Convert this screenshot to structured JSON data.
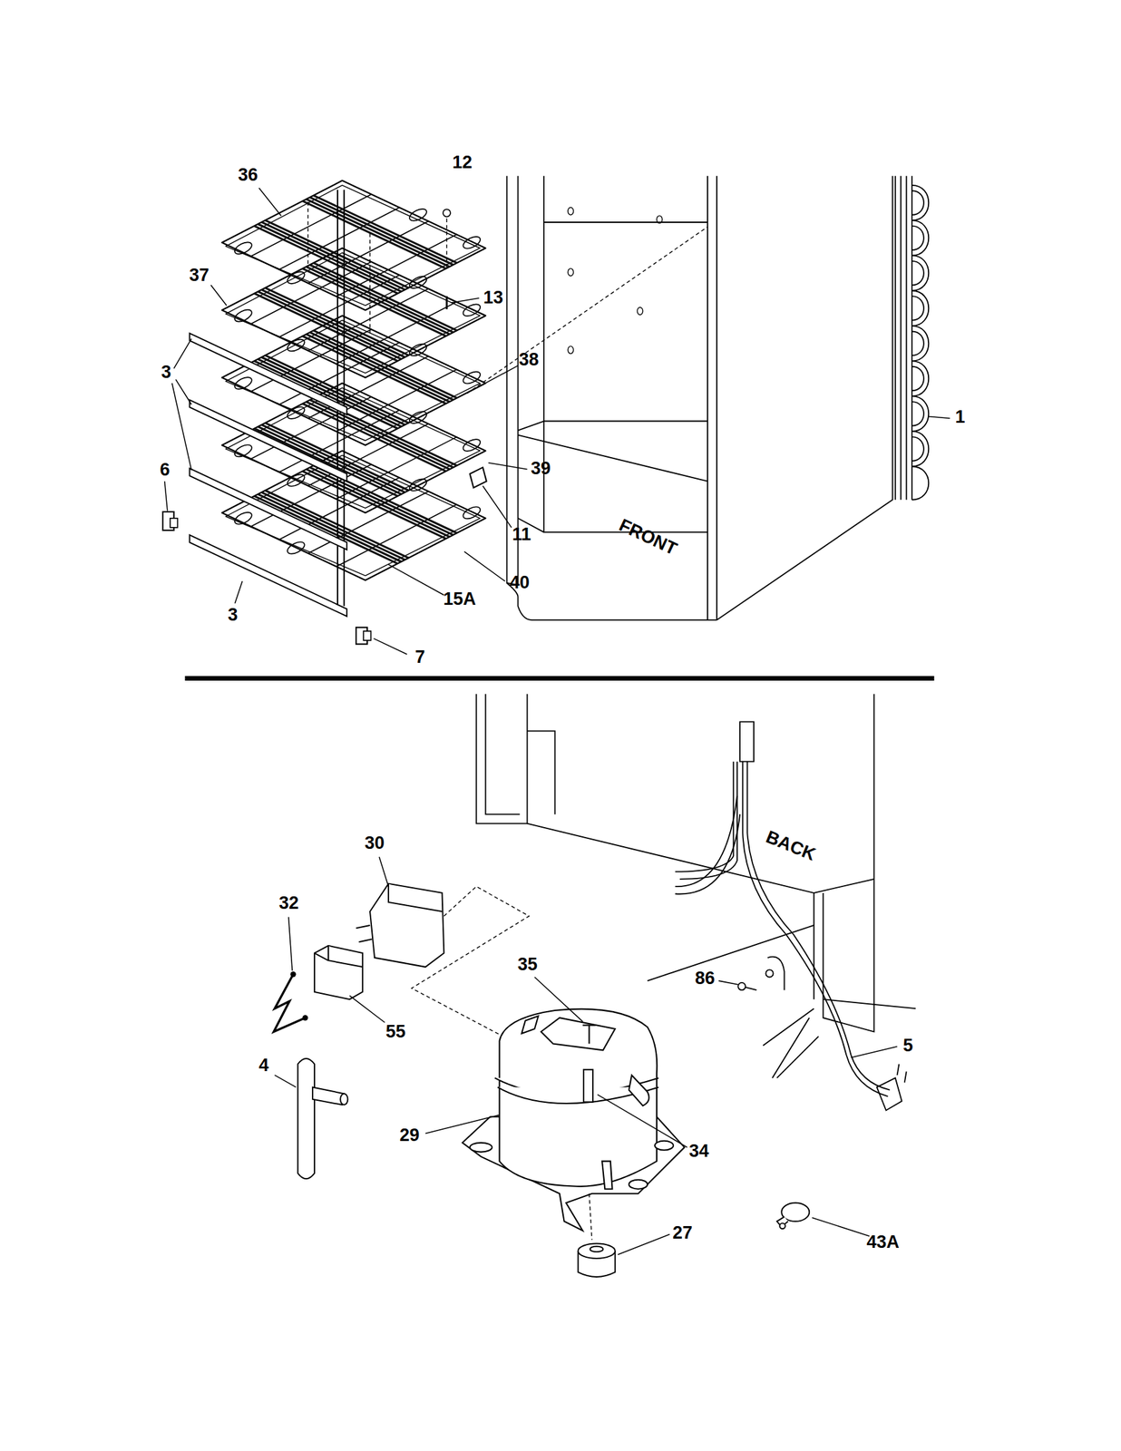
{
  "diagram": {
    "labels": [
      "36",
      "12",
      "37",
      "13",
      "3",
      "38",
      "6",
      "39",
      "11",
      "1",
      "FRONT",
      "40",
      "15A",
      "3",
      "7",
      "30",
      "BACK",
      "32",
      "35",
      "86",
      "55",
      "5",
      "4",
      "29",
      "34",
      "27",
      "43A"
    ]
  }
}
